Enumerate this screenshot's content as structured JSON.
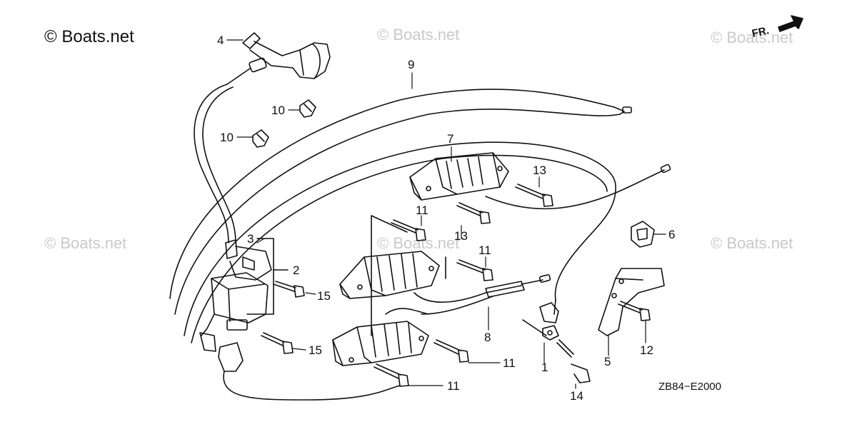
{
  "brand": "© Boats.net",
  "watermarks": [
    "© Boats.net",
    "© Boats.net",
    "© Boats.net",
    "© Boats.net",
    "© Boats.net",
    "© Boats.net"
  ],
  "direction": "FR.",
  "diagram_code": "ZB84−E2000",
  "callouts": {
    "c1": "1",
    "c2": "2",
    "c3": "3",
    "c4": "4",
    "c5": "5",
    "c6": "6",
    "c7": "7",
    "c8": "8",
    "c9": "9",
    "c10a": "10",
    "c10b": "10",
    "c11a": "11",
    "c11b": "11",
    "c11c": "11",
    "c11d": "11",
    "c12": "12",
    "c13a": "13",
    "c13b": "13",
    "c14": "14",
    "c15a": "15",
    "c15b": "15"
  }
}
